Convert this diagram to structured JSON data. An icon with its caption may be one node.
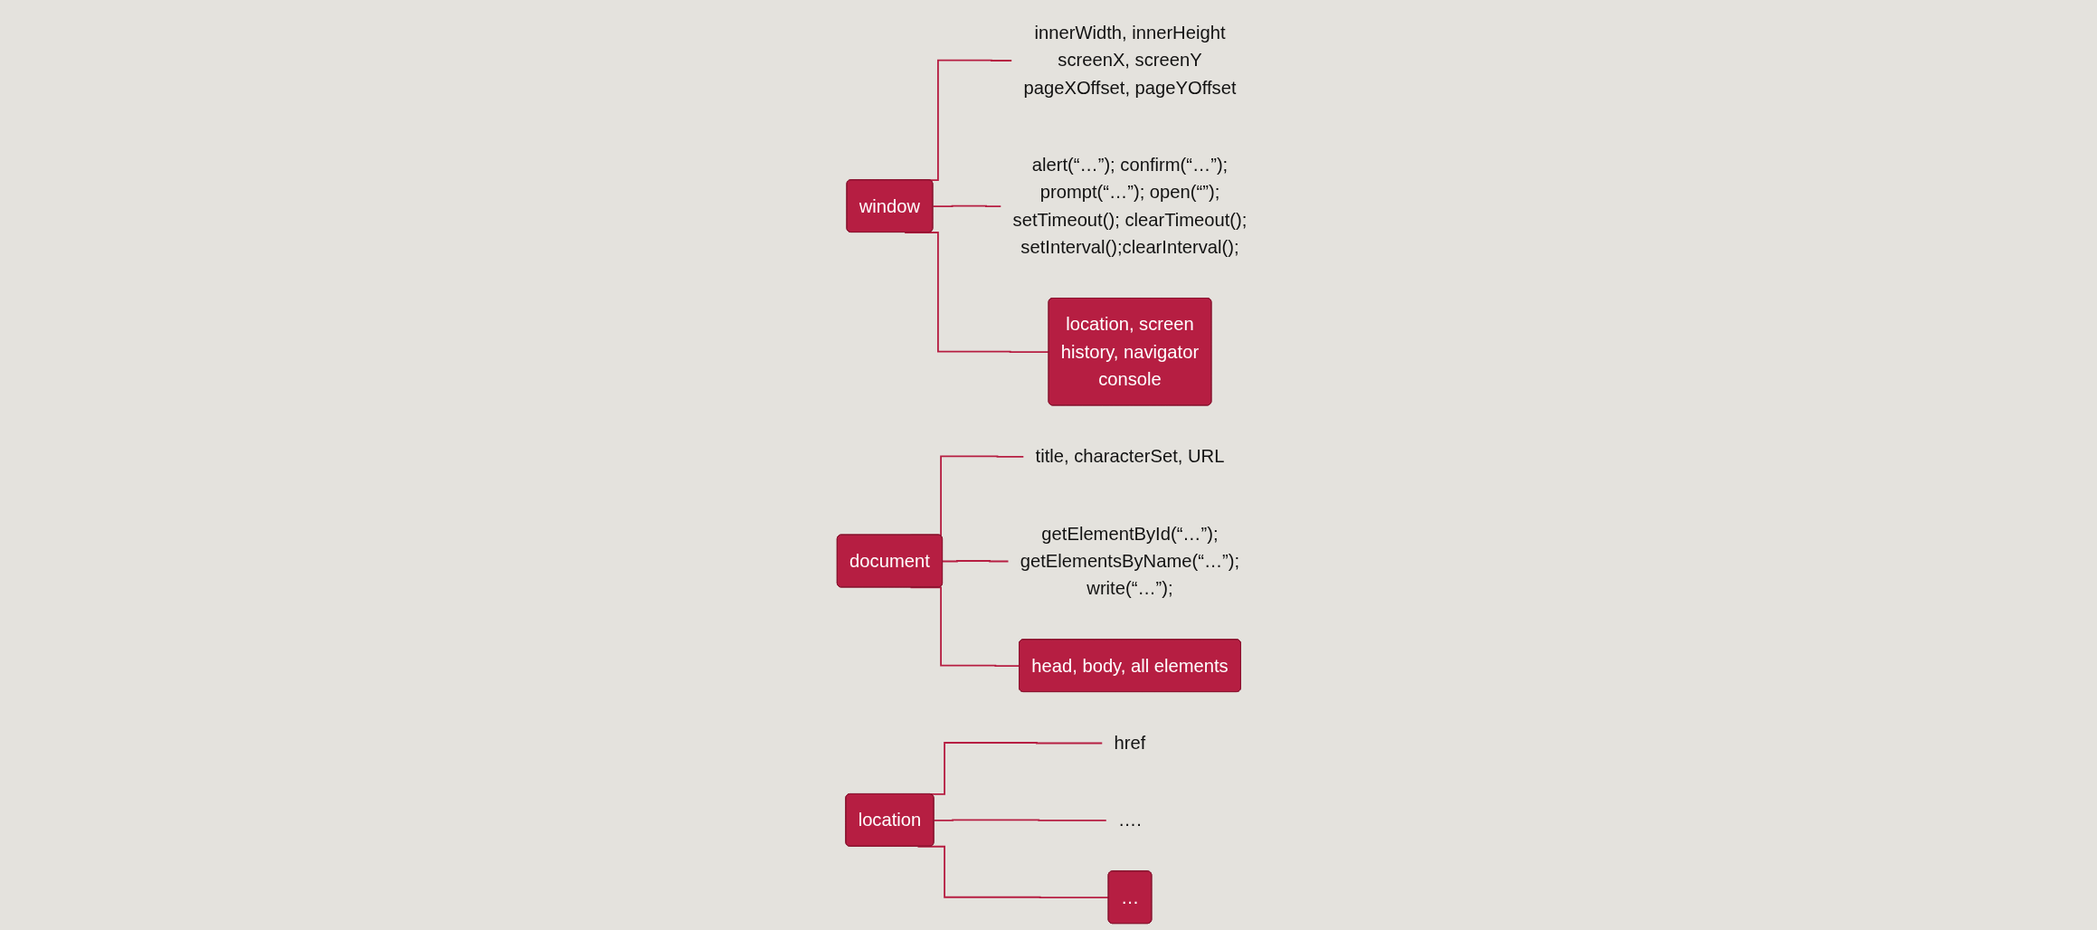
{
  "diagram": {
    "nodes": [
      {
        "text": [
          "window"
        ]
      },
      {
        "text": [
          "innerWidth, innerHeight",
          "screenX, screenY",
          "pageXOffset, pageYOffset"
        ]
      },
      {
        "text": [
          "alert(“…”); confirm(“…”);",
          "prompt(“…”); open(“”);",
          "setTimeout(); clearTimeout();",
          "setInterval();clearInterval();"
        ]
      },
      {
        "text": [
          "location, screen",
          "history, navigator",
          "console"
        ]
      },
      {
        "text": [
          "document"
        ]
      },
      {
        "text": [
          "title, characterSet, URL"
        ]
      },
      {
        "text": [
          "getElementById(“…”);",
          "getElementsByName(“…”);",
          "write(“…”);"
        ]
      },
      {
        "text": [
          "head, body, all elements"
        ]
      },
      {
        "text": [
          "location"
        ]
      },
      {
        "text": [
          "href"
        ]
      },
      {
        "text": [
          "…."
        ]
      },
      {
        "text": [
          "…"
        ]
      }
    ],
    "edges": [
      {
        "from": 0,
        "to": 1,
        "arrow": "none"
      },
      {
        "from": 0,
        "to": 2,
        "arrow": "none"
      },
      {
        "from": 0,
        "to": 3,
        "arrow": "none"
      },
      {
        "from": 4,
        "to": 5,
        "arrow": "none"
      },
      {
        "from": 4,
        "to": 6,
        "arrow": "none"
      },
      {
        "from": 4,
        "to": 7,
        "arrow": "none"
      },
      {
        "from": 8,
        "to": 9,
        "arrow": "none"
      },
      {
        "from": 8,
        "to": 10,
        "arrow": "none"
      },
      {
        "from": 8,
        "to": 11,
        "arrow": "none"
      }
    ]
  }
}
